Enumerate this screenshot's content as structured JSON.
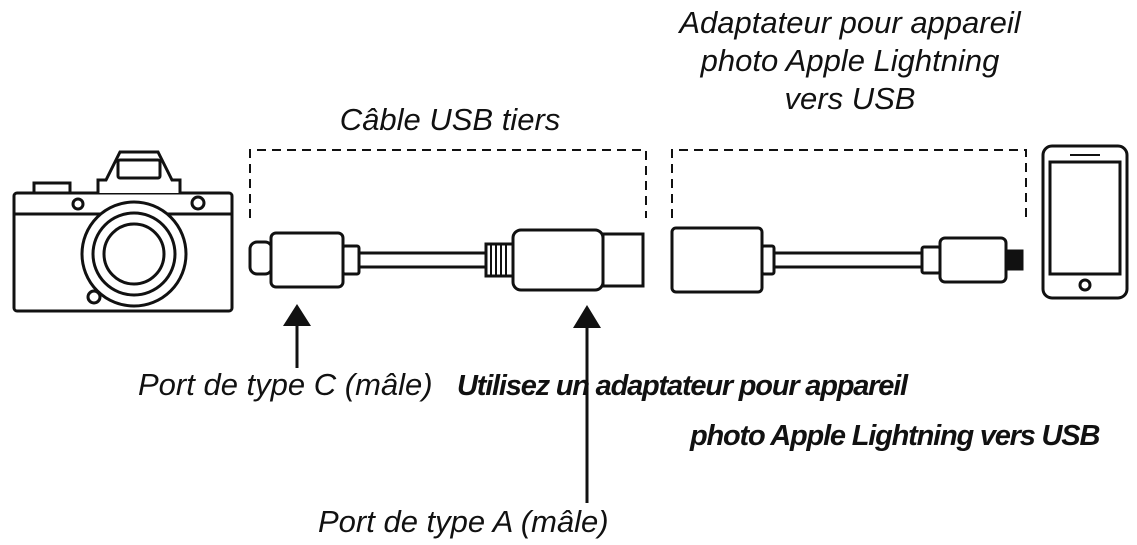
{
  "labels": {
    "cable": "Câble USB tiers",
    "adapter_line1": "Adaptateur pour appareil",
    "adapter_line2": "photo Apple Lightning",
    "adapter_line3": "vers USB",
    "port_c": "Port de type C (mâle)",
    "port_a": "Port de type A (mâle)",
    "note_line1": "Utilisez un adaptateur pour appareil",
    "note_line2": "photo Apple Lightning vers USB"
  },
  "icons": {
    "camera": "camera-icon",
    "phone": "smartphone-icon",
    "usb_c": "usb-c-plug-icon",
    "usb_a": "usb-a-plug-icon",
    "adapter": "lightning-adapter-icon",
    "lightning": "lightning-plug-icon"
  },
  "colors": {
    "line": "#111111",
    "background": "#ffffff"
  }
}
